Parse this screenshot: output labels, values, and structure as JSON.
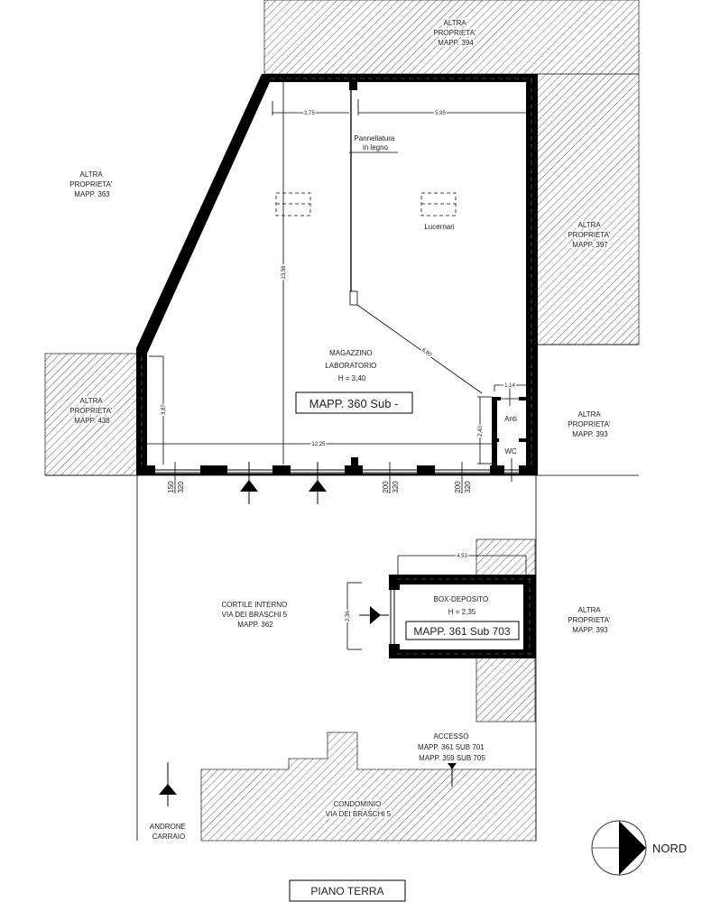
{
  "drawing": {
    "title": "PIANO TERRA",
    "north_label": "NORD"
  },
  "properties": {
    "p394": [
      "ALTRA",
      "PROPRIETA'",
      "MAPP. 394"
    ],
    "p363": [
      "ALTRA",
      "PROPRIETA'",
      "MAPP. 363"
    ],
    "p397": [
      "ALTRA",
      "PROPRIETA'",
      "MAPP. 397"
    ],
    "p438": [
      "ALTRA",
      "PROPRIETA'",
      "MAPP. 438"
    ],
    "p393a": [
      "ALTRA",
      "PROPRIETA'",
      "MAPP. 393"
    ],
    "p393b": [
      "ALTRA",
      "PROPRIETA'",
      "MAPP. 393"
    ]
  },
  "main_unit": {
    "name_lines": [
      "MAGAZZINO",
      "LABORATORIO",
      "H = 3,40"
    ],
    "mapp_label": "MAPP. 360 Sub -",
    "panel_note": [
      "Pannellatura",
      "in legno"
    ],
    "skylights_label": "Lucernari",
    "anti_label": "Anti",
    "wc_label": "WC"
  },
  "box_unit": {
    "name_lines": [
      "BOX-DEPOSITO",
      "H = 2,35"
    ],
    "mapp_label": "MAPP. 361 Sub 703"
  },
  "courtyard": [
    "CORTILE INTERNO",
    "VIA DEI BRASCHI 5",
    "MAPP. 362"
  ],
  "condominium": [
    "CONDOMINIO",
    "VIA DEI BRASCHI 5"
  ],
  "access": [
    "ACCESSO",
    "MAPP. 361 SUB 701",
    "MAPP. 359 SUB 705"
  ],
  "driveway": [
    "ANDRONE",
    "CARRAIO"
  ],
  "dimensions": {
    "top_left": "2,75",
    "top_right": "5,95",
    "height_main": "13,58",
    "diagonal": "6,80",
    "left_wall": "3,87",
    "width_main": "12,25",
    "anti_width": "1,14",
    "wc_height": "2,40",
    "box_width": "4,53",
    "box_height": "2,36"
  },
  "openings": [
    {
      "a": "150",
      "b": "320"
    },
    {
      "a": "200",
      "b": "320"
    },
    {
      "a": "200",
      "b": "320"
    }
  ]
}
